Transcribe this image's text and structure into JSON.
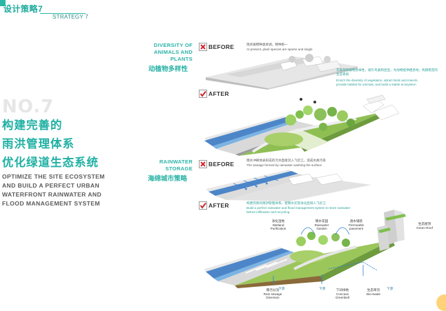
{
  "header": {
    "title_cn": "设计策略7",
    "title_en": "STRATEGY 7"
  },
  "left_panel": {
    "number": "NO.7",
    "title_lines": [
      "构建完善的",
      "雨洪管理体系",
      "优化绿道生态系统"
    ],
    "subtitle_lines": [
      "OPTIMIZE THE SITE ECOSYSTEM",
      "AND BUILD A PERFECT URBAN",
      "WATERFRONT RAINWATER AND",
      "FLOOD MANAGEMENT SYSTEM"
    ]
  },
  "sections": [
    {
      "label_en": [
        "DIVERSITY OF",
        "ANIMALS AND",
        "PLANTS"
      ],
      "label_cn": "动植物多样性",
      "before": {
        "tag": "BEFORE",
        "note_cn": "现状植物种类单调，物种单一",
        "note_en": "At present, plant species are sparse and single"
      },
      "after": {
        "tag": "AFTER",
        "note_cn": "丰富现有植物多样性，吸引鸟类和昆虫，为动物提供栖息地，构建稳定的生态系统",
        "note_en": [
          "Enrich the diversity of vegetation, attract birds and insects,",
          "provide habitat for animals, and build a stable ecosystem"
        ]
      }
    },
    {
      "label_en": [
        "RAINWATER",
        "STORAGE"
      ],
      "label_cn": "海绵城市策略",
      "before": {
        "tag": "BEFORE",
        "note_cn": "雨水冲刷地表形成的污水直接流入飞云江，造成水质污染",
        "note_en": "The sewage formed by rainwater washing the surface"
      },
      "after": {
        "tag": "AFTER",
        "note_cn": "构建完善的雨洪管理体系，使雨水实现净化后排入飞云江",
        "note_en": [
          "Build a perfect rainwater and flood management system to store rainwater",
          "before infiltration and recycling"
        ],
        "labels": [
          {
            "cn": "净化湿地",
            "en": [
              "Wetland",
              "Purification"
            ]
          },
          {
            "cn": "雨水花园",
            "en": [
              "Rainwater",
              "Garden"
            ]
          },
          {
            "cn": "透水铺装",
            "en": [
              "Permeable",
              "pavement"
            ]
          },
          {
            "cn": "生态屋顶",
            "en": [
              "Green Roof"
            ]
          },
          {
            "cn": "雨污分流",
            "en": [
              "Rain sewage",
              "Diversion"
            ]
          },
          {
            "cn": "下凹绿地",
            "en": [
              "Concave",
              "Greenbelt"
            ]
          },
          {
            "cn": "生态草沟",
            "en": [
              "Bio-swale"
            ]
          }
        ],
        "arrow_tags": [
          "下渗",
          "下渗",
          "下渗"
        ]
      }
    }
  ]
}
